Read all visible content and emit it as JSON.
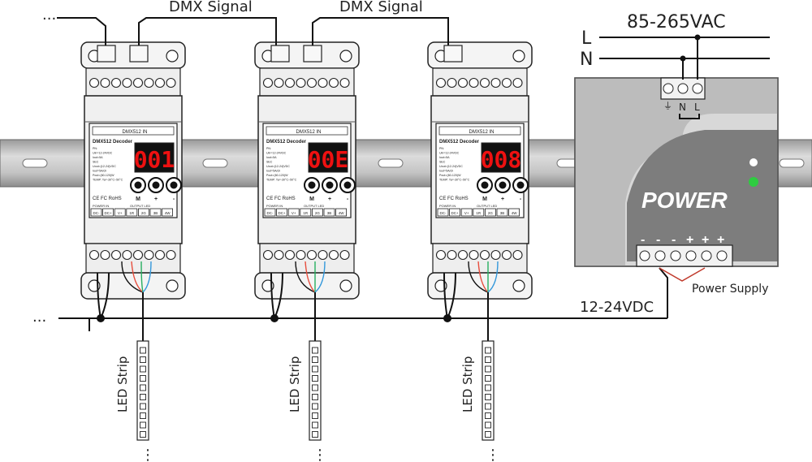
{
  "top": {
    "signal_left": "DMX Signal",
    "signal_right": "DMX Signal",
    "dots_left": "...",
    "supply_voltage": "85-265VAC",
    "line_l": "L",
    "line_n": "N"
  },
  "bus": {
    "dots": "...",
    "voltage_label": "12-24VDC"
  },
  "decoders": [
    {
      "display": "001",
      "panel_text": "DMX512 Decoder",
      "specs": [
        "PN:",
        "Uin=12-24VDC",
        "Iout=5A",
        "SEC",
        "Uout=(12-24)VDC",
        "Iout=5A/ch",
        "Pout=(60-120)W",
        "TEMP: Ta=-30°C~50°C"
      ],
      "top_label": "DMX512 IN",
      "buttons": [
        "M",
        "+",
        "-"
      ],
      "cert": "CE FC RoHS",
      "power_in": "POWER IN",
      "output_led": "OUTPUT LED",
      "terminals": [
        "DC-",
        "DC+",
        "V+",
        "1R",
        "2G",
        "3B",
        "4W"
      ]
    },
    {
      "display": "00E",
      "panel_text": "DMX512 Decoder",
      "specs": [
        "PN:",
        "Uin=12-24VDC",
        "Iout=5A",
        "SEC",
        "Uout=(12-24)VDC",
        "Iout=5A/ch",
        "Pout=(60-120)W",
        "TEMP: Ta=-30°C~50°C"
      ],
      "top_label": "DMX512 IN",
      "buttons": [
        "M",
        "+",
        "-"
      ],
      "cert": "CE FC RoHS",
      "power_in": "POWER IN",
      "output_led": "OUTPUT LED",
      "terminals": [
        "DC-",
        "DC+",
        "V+",
        "1R",
        "2G",
        "3B",
        "4W"
      ]
    },
    {
      "display": "008",
      "panel_text": "DMX512 Decoder",
      "specs": [
        "PN:",
        "Uin=12-24VDC",
        "Iout=5A",
        "SEC",
        "Uout=(12-24)VDC",
        "Iout=5A/ch",
        "Pout=(60-120)W",
        "TEMP: Ta=-30°C~50°C"
      ],
      "top_label": "DMX512 IN",
      "buttons": [
        "M",
        "+",
        "-"
      ],
      "cert": "CE FC RoHS",
      "power_in": "POWER IN",
      "output_led": "OUTPUT LED",
      "terminals": [
        "DC-",
        "DC+",
        "V+",
        "1R",
        "2G",
        "3B",
        "4W"
      ]
    }
  ],
  "led_strips": [
    {
      "label": "LED Strip",
      "dots": "⋮"
    },
    {
      "label": "LED Strip",
      "dots": "⋮"
    },
    {
      "label": "LED Strip",
      "dots": "⋮"
    }
  ],
  "power_supply": {
    "title": "POWER",
    "caption": "Power Supply",
    "input_labels": [
      "⏚",
      "N",
      "L"
    ],
    "output_signs": [
      "-",
      "-",
      "-",
      "+",
      "+",
      "+"
    ],
    "indicator_colors": [
      "#ffffff",
      "#2ecc40"
    ]
  }
}
